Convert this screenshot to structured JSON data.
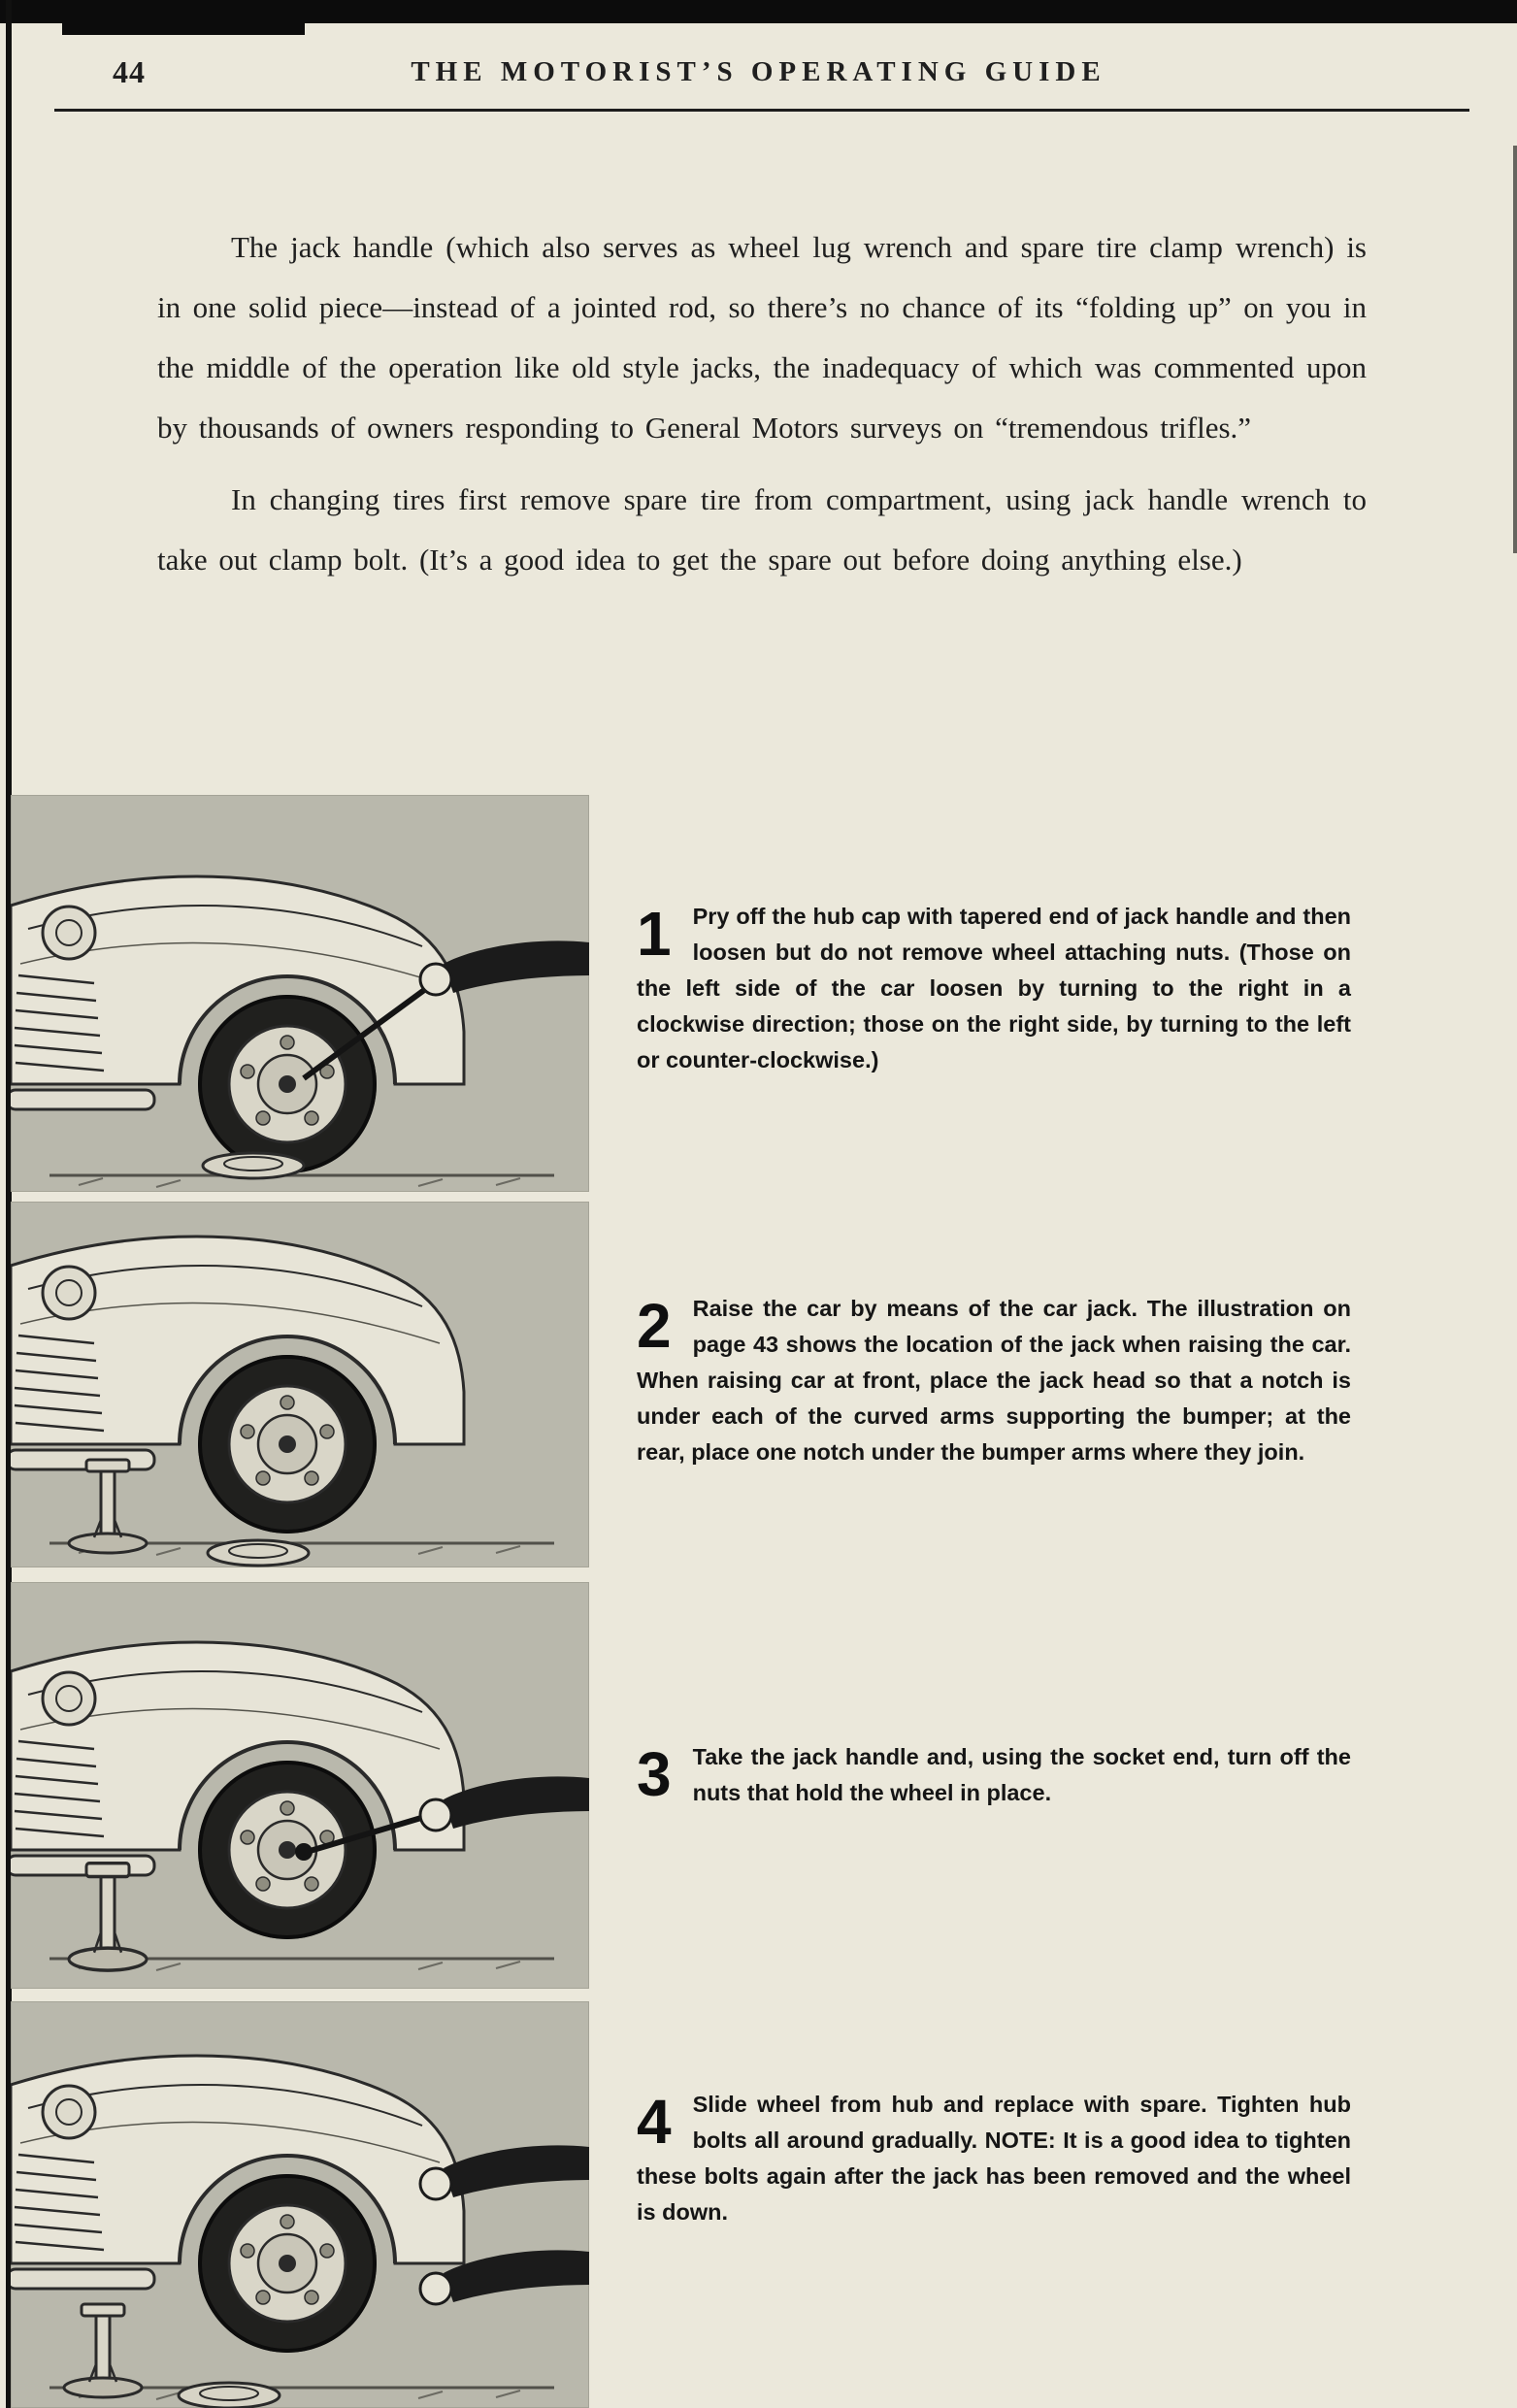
{
  "header": {
    "page_number": "44",
    "title": "THE MOTORIST’S OPERATING GUIDE"
  },
  "paragraphs": [
    "The jack handle (which also serves as wheel lug wrench and spare tire clamp wrench) is in one solid piece—instead of a jointed rod, so there’s no chance of its “folding up” on you in the middle of the operation like old style jacks, the inadequacy of which was commented upon by thousands of owners responding to General Motors surveys on “tremendous trifles.”",
    "In changing tires first remove spare tire from compartment, using jack handle wrench to take out clamp bolt. (It’s a good idea to get the spare out before doing anything else.)"
  ],
  "steps": [
    {
      "number": "1",
      "text": "Pry off the hub cap with tapered end of jack handle and then loosen but do not remove wheel attaching nuts. (Those on the left side of the car loosen by turning to the right in a clockwise direction; those on the right side, by turning to the left or counter-clockwise.)"
    },
    {
      "number": "2",
      "text": "Raise the car by means of the car jack. The illustration on page 43 shows the location of the jack when raising the car. When raising car at front, place the jack head so that a notch is under each of the curved arms supporting the bumper; at the rear, place one notch under the bumper arms where they join."
    },
    {
      "number": "3",
      "text": "Take the jack handle and, using the socket end, turn off the nuts that hold the wheel in place."
    },
    {
      "number": "4",
      "text": "Slide wheel from hub and replace with spare. Tighten hub bolts all around gradually. NOTE: It is a good idea to tighten these bolts again after the jack has been removed and the wheel is down."
    }
  ]
}
